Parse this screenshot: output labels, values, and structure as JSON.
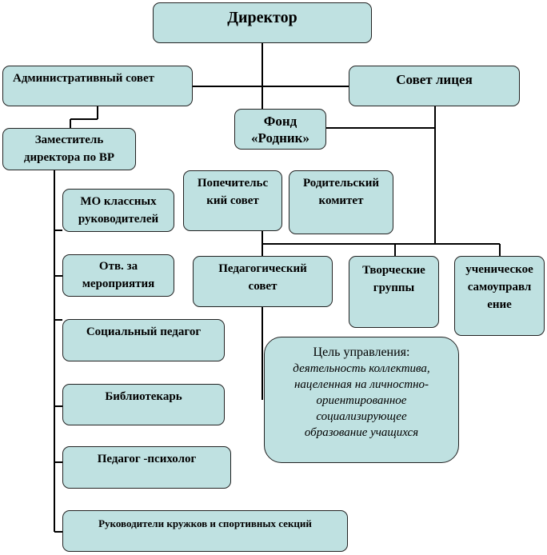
{
  "director": "Директор",
  "admin_council": "Административный совет",
  "lyceum_council": "Совет лицея",
  "fund": [
    "Фонд",
    "«Родник»"
  ],
  "deputy": [
    "Заместитель",
    "директора по ВР"
  ],
  "trustees": [
    "Попечительс",
    "кий совет"
  ],
  "parents": [
    "Родительский",
    "комитет"
  ],
  "mo_class": [
    "МО классных",
    "руководителей"
  ],
  "events": [
    "Отв. за",
    "мероприятия"
  ],
  "ped_council": [
    "Педагогический",
    "совет"
  ],
  "creative": [
    "Творческие",
    "группы"
  ],
  "student_gov": [
    "ученическое",
    "самоуправл",
    "ение"
  ],
  "social_ped": "Социальный педагог",
  "librarian": "Библиотекарь",
  "psychologist": "Педагог -психолог",
  "club_leaders": "Руководители кружков и спортивных секций",
  "goal": {
    "heading": "Цель управления:",
    "lines": [
      "деятельность коллектива,",
      "нацеленная на личностно-",
      "ориентированное",
      "социализирующее",
      "образование учащихся"
    ]
  }
}
